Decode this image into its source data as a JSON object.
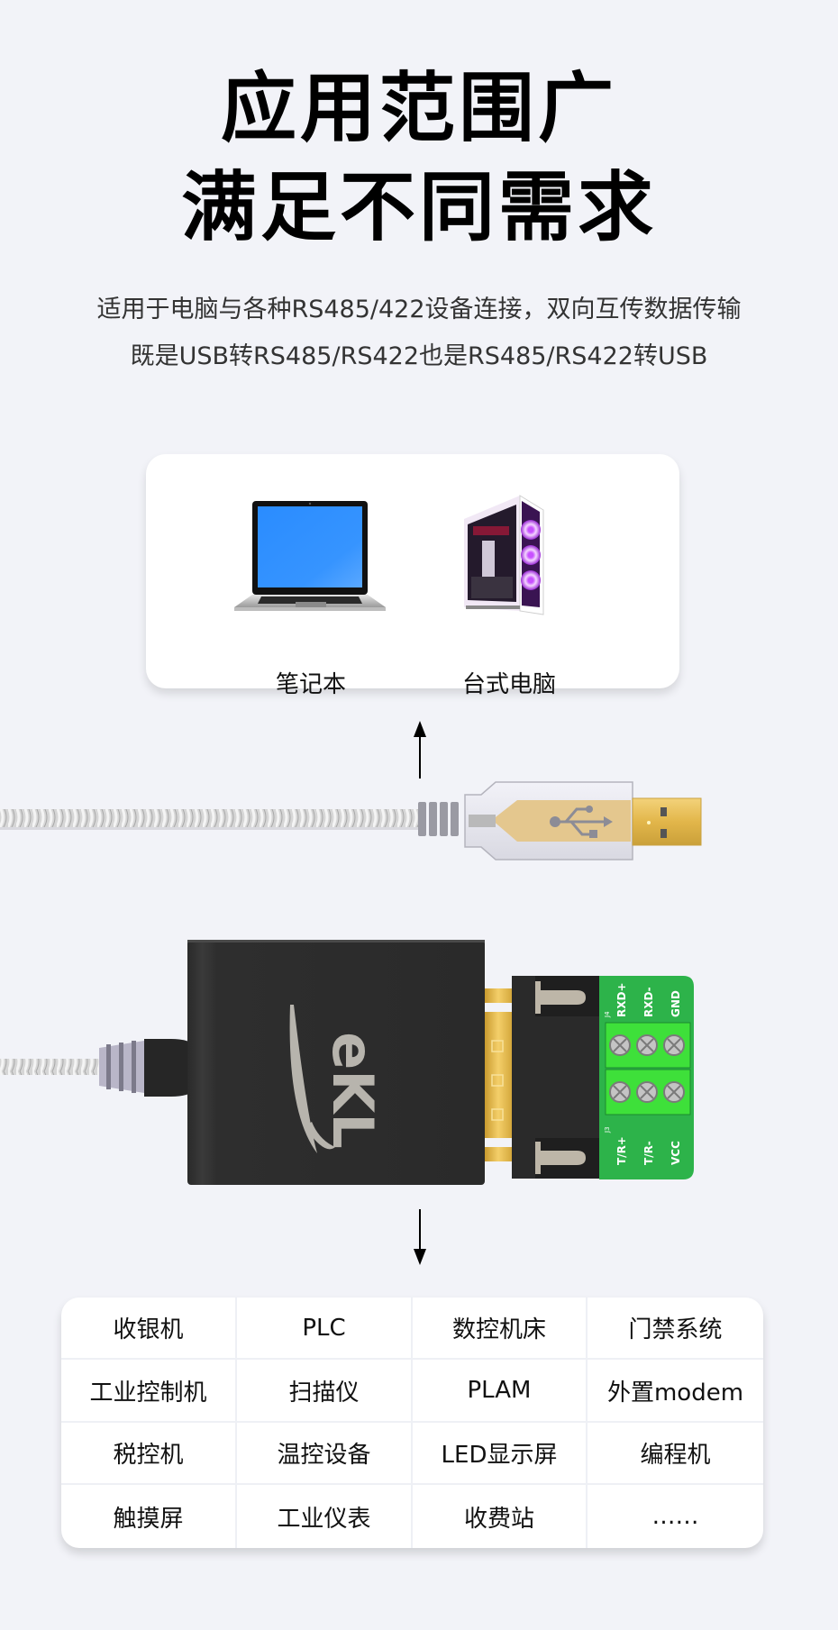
{
  "headline": {
    "line1": "应用范围广",
    "line2": "满足不同需求"
  },
  "subtitle": {
    "line1": "适用于电脑与各种RS485/422设备连接，双向互传数据传输",
    "line2": "既是USB转RS485/RS422也是RS485/RS422转USB"
  },
  "host_devices": {
    "items": [
      {
        "label": "笔记本",
        "icon": "laptop-icon"
      },
      {
        "label": "台式电脑",
        "icon": "desktop-pc-icon"
      }
    ]
  },
  "product": {
    "brand": "eKL",
    "usb_symbol": "usb-icon",
    "terminal_labels_top": [
      "RXD+",
      "RXD-",
      "GND"
    ],
    "terminal_labels_bottom": [
      "T/R+",
      "T/R-",
      "VCC"
    ],
    "terminal_ids": [
      "J4",
      "J3"
    ]
  },
  "colors": {
    "background": "#f2f3f8",
    "card": "#ffffff",
    "text_primary": "#000000",
    "text_secondary": "#333333",
    "adapter_body": "#2b2b2b",
    "pcb_green": "#2db34a",
    "terminal_green": "#3ee03a",
    "gold": "#e8c15a",
    "laptop_screen": "#2f8fff"
  },
  "applications": {
    "rows": [
      [
        "收银机",
        "PLC",
        "数控机床",
        "门禁系统"
      ],
      [
        "工业控制机",
        "扫描仪",
        "PLAM",
        "外置modem"
      ],
      [
        "税控机",
        "温控设备",
        "LED显示屏",
        "编程机"
      ],
      [
        "触摸屏",
        "工业仪表",
        "收费站",
        "……"
      ]
    ]
  }
}
